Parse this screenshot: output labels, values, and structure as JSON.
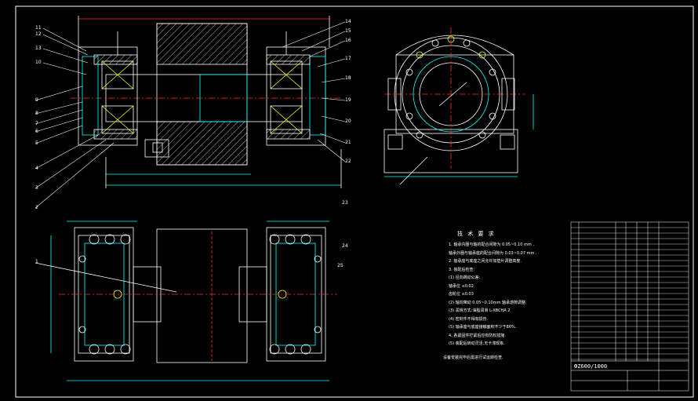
{
  "drawing": {
    "number": "ФZ600/1000",
    "notes_title": "技 术 要 求",
    "notes": [
      "1. 轴承内圈与轴的配合间隙为 0.05~0.10 mm ,",
      "   轴承外圈与轴承座的配合间隙为 0.03~0.07 mm .",
      "2. 轴承座与底座之间允许加垫片调整高度.",
      "3. 装配后检查:",
      "(1) 径向跳动公差:",
      "    轴承位 ≤0.02",
      "    齿轮位 ≤0.03",
      "(2) 轴向窜动 0.05~0.10mm 轴承游隙调整.",
      "(3) 润滑方式:油脂润滑 L-XBCHA 2",
      "(4) 密封件不得有损伤.",
      "(5) 轴承座与底座接触面积不少于80%.",
      "4. 各紧固件拧紧后应有防松措施.",
      "(5) 装配后转动灵活,无卡滞现象.",
      "设备安装完毕后需进行试运转检查."
    ]
  },
  "balloons": {
    "top_left": [
      "11",
      "12",
      "13",
      "10",
      "9",
      "8",
      "7",
      "6",
      "5",
      "4",
      "3",
      "2"
    ],
    "top_right": [
      "14",
      "15",
      "16",
      "17",
      "18",
      "19",
      "20",
      "21",
      "22"
    ],
    "plan": [
      "1",
      "23",
      "24",
      "25"
    ]
  },
  "colors": {
    "line": "#ffffff",
    "accent": "#ffff00",
    "cyan": "#00ffff",
    "green": "#00ff00",
    "red": "#ff3030",
    "bg": "#000000"
  }
}
